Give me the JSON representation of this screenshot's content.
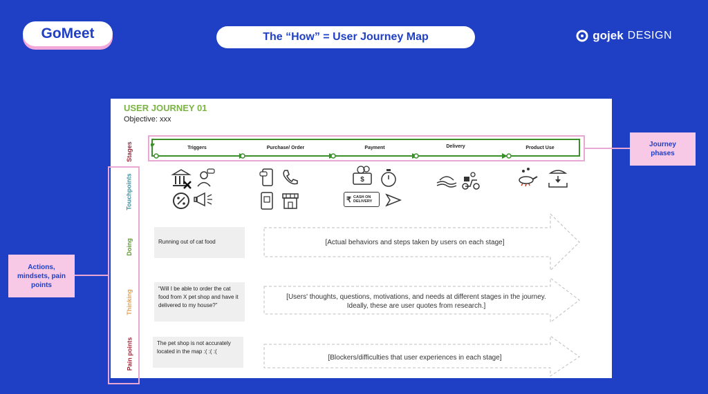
{
  "header": {
    "logo": "GoMeet",
    "title": "The “How” = User Journey Map",
    "brand_name": "gojek",
    "brand_suffix": "DESIGN"
  },
  "card": {
    "title": "USER JOURNEY 01",
    "objective": "Objective: xxx",
    "row_labels": {
      "stages": "Stages",
      "touchpoints": "Touchpoints",
      "doing": "Doing",
      "thinking": "Thinking",
      "pain": "Pain points"
    },
    "stages": [
      "Triggers",
      "Purchase/ Order",
      "Payment",
      "Delivery",
      "Product Use"
    ],
    "doing_note": "Running out of cat food",
    "thinking_note": "“Will I be able to order the cat food from X pet shop and have it delivered to my house?”",
    "pain_note": "The pet shop is not accurately located in the map :( :( :(",
    "doing_desc": "[Actual behaviors and steps taken by users on each stage]",
    "thinking_desc": "[Users' thoughts, questions, motivations, and needs at different stages in the journey. Ideally, these are user quotes from research.]",
    "pain_desc": "[Blockers/difficulties that user experiences in each stage]",
    "cash_badge": "CASH ON DELIVERY"
  },
  "callouts": {
    "journey_phases": "Journey phases",
    "actions": "Actions, mindsets, pain points"
  },
  "colors": {
    "background": "#1f3fc4",
    "stage_green": "#3a8f2a",
    "title_green": "#7bb344",
    "callout_pink": "#f7c9e6",
    "label_stages": "#a0283a",
    "label_touchpoints": "#3a8fa0",
    "label_doing": "#5a9a2a",
    "label_thinking": "#e0a050",
    "label_pain": "#a0283a"
  },
  "icons": [
    "bank-icon",
    "support-agent-icon",
    "discount-icon",
    "megaphone-icon",
    "chat-phone-icon",
    "phone-call-icon",
    "mobile-app-icon",
    "storefront-icon",
    "cash-icon",
    "stopwatch-icon",
    "cash-on-delivery-icon",
    "send-icon",
    "landscape-icon",
    "delivery-scooter-icon",
    "cooking-pan-icon",
    "food-bowl-icon"
  ]
}
